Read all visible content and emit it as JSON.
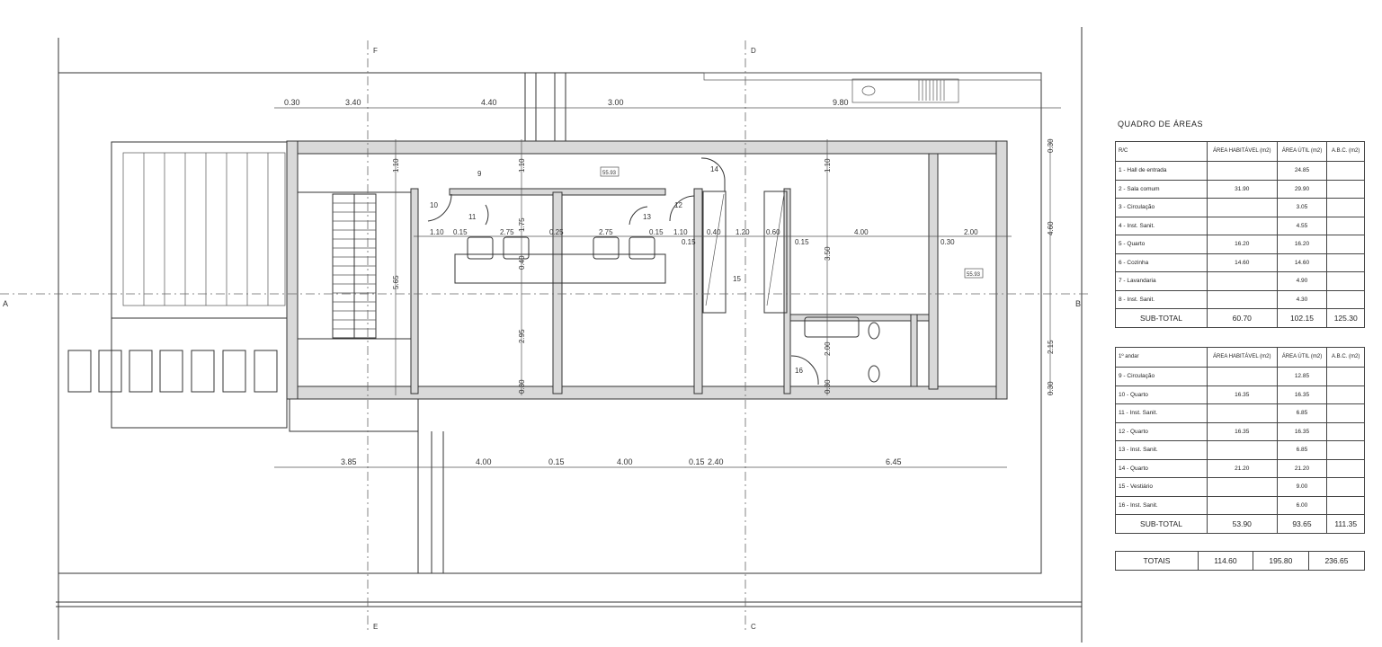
{
  "grid_labels": {
    "f": "F",
    "d": "D",
    "e": "E",
    "c": "C",
    "a": "A",
    "b": "B"
  },
  "top_dims": [
    "0.30",
    "3.40",
    "4.40",
    "3.00",
    "9.80"
  ],
  "bottom_dims": [
    "3.85",
    "4.00",
    "0.15",
    "4.00",
    "0.15",
    "2.40",
    "6.45"
  ],
  "interior_dims": {
    "h_row": [
      "1.10",
      "0.15",
      "2.75",
      "0.25",
      "2.75",
      "0.15",
      "1.10",
      "0.15",
      "0.40",
      "1.20",
      "0.60",
      "0.15",
      "4.00",
      "0.30",
      "2.00"
    ],
    "v_left": [
      "1.10",
      "5.65"
    ],
    "v_mid": [
      "1.10",
      "1.75",
      "0.40",
      "2.95",
      "0.30"
    ],
    "v_right_room": [
      "1.10",
      "3.50",
      "2.00",
      "0.30"
    ],
    "v_far_right": [
      "0.30",
      "4.60",
      "2.15",
      "0.30"
    ]
  },
  "rooms": [
    "9",
    "10",
    "11",
    "12",
    "13",
    "14",
    "15",
    "16"
  ],
  "room_tags": [
    "55.93",
    "55.93"
  ],
  "areas": {
    "title": "QUADRO DE ÁREAS",
    "headers": [
      "ÁREA HABITÁVEL (m2)",
      "ÁREA ÚTIL (m2)",
      "A.B.C. (m2)"
    ],
    "rc": {
      "label": "R/C",
      "rows": [
        {
          "name": "1 - Hall de entrada",
          "hab": "",
          "util": "24.85",
          "abc": ""
        },
        {
          "name": "2 - Sala comum",
          "hab": "31.90",
          "util": "29.90",
          "abc": ""
        },
        {
          "name": "3 - Circulação",
          "hab": "",
          "util": "3.05",
          "abc": ""
        },
        {
          "name": "4 - Inst. Sanit.",
          "hab": "",
          "util": "4.55",
          "abc": ""
        },
        {
          "name": "5 - Quarto",
          "hab": "16.20",
          "util": "16.20",
          "abc": ""
        },
        {
          "name": "6 - Cozinha",
          "hab": "14.60",
          "util": "14.60",
          "abc": ""
        },
        {
          "name": "7 - Lavandaria",
          "hab": "",
          "util": "4.90",
          "abc": ""
        },
        {
          "name": "8 - Inst. Sanit.",
          "hab": "",
          "util": "4.30",
          "abc": ""
        }
      ],
      "subtotal": {
        "label": "SUB-TOTAL",
        "hab": "60.70",
        "util": "102.15",
        "abc": "125.30"
      }
    },
    "andar": {
      "label": "1º andar",
      "rows": [
        {
          "name": "9 - Circulação",
          "hab": "",
          "util": "12.85",
          "abc": ""
        },
        {
          "name": "10 - Quarto",
          "hab": "16.35",
          "util": "16.35",
          "abc": ""
        },
        {
          "name": "11 - Inst. Sanit.",
          "hab": "",
          "util": "6.85",
          "abc": ""
        },
        {
          "name": "12 - Quarto",
          "hab": "16.35",
          "util": "16.35",
          "abc": ""
        },
        {
          "name": "13 - Inst. Sanit.",
          "hab": "",
          "util": "6.85",
          "abc": ""
        },
        {
          "name": "14 - Quarto",
          "hab": "21.20",
          "util": "21.20",
          "abc": ""
        },
        {
          "name": "15 - Vestiário",
          "hab": "",
          "util": "9.00",
          "abc": ""
        },
        {
          "name": "16 - Inst. Sanit.",
          "hab": "",
          "util": "6.00",
          "abc": ""
        }
      ],
      "subtotal": {
        "label": "SUB-TOTAL",
        "hab": "53.90",
        "util": "93.65",
        "abc": "111.35"
      }
    },
    "totals": {
      "label": "TOTAIS",
      "hab": "114.60",
      "util": "195.80",
      "abc": "236.65"
    }
  }
}
